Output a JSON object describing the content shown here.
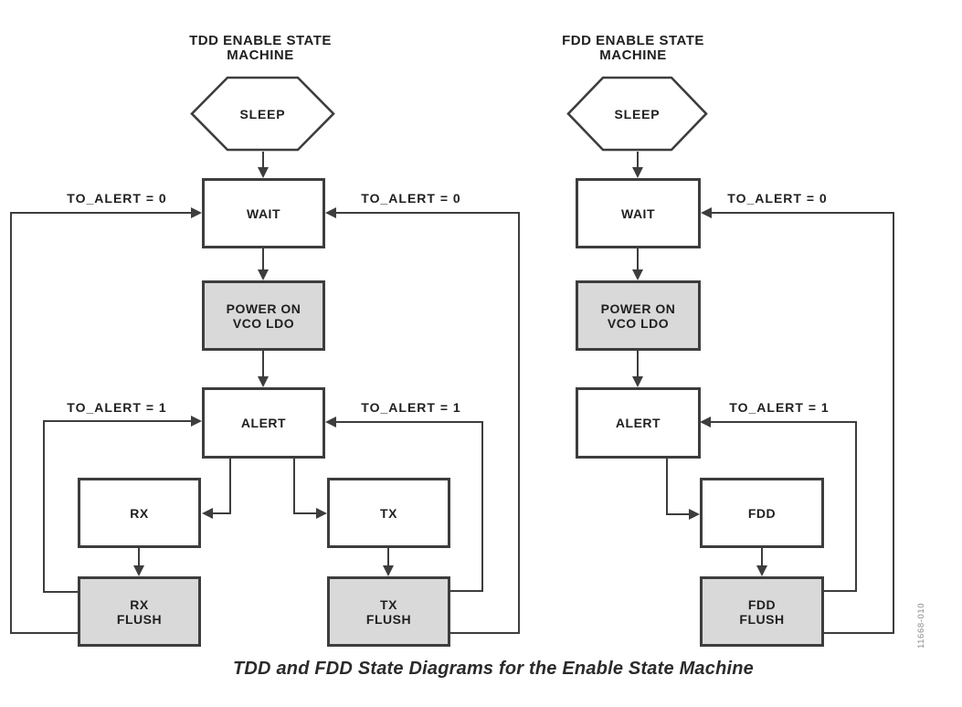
{
  "figure": {
    "caption": "TDD and FDD State Diagrams for the Enable State Machine",
    "figure_number": "11668-010"
  },
  "labels": {
    "to_alert_0": "TO_ALERT = 0",
    "to_alert_1": "TO_ALERT = 1"
  },
  "tdd": {
    "title": "TDD ENABLE STATE\nMACHINE",
    "states": {
      "sleep": "SLEEP",
      "wait": "WAIT",
      "power_on_vco_ldo": "POWER ON\nVCO LDO",
      "alert": "ALERT",
      "rx": "RX",
      "tx": "TX",
      "rx_flush": "RX\nFLUSH",
      "tx_flush": "TX\nFLUSH"
    }
  },
  "fdd": {
    "title": "FDD ENABLE STATE\nMACHINE",
    "states": {
      "sleep": "SLEEP",
      "wait": "WAIT",
      "power_on_vco_ldo": "POWER ON\nVCO LDO",
      "alert": "ALERT",
      "fdd": "FDD",
      "fdd_flush": "FDD\nFLUSH"
    }
  },
  "colors": {
    "line": "#3d3d3d",
    "box_fill": "#ffffff",
    "box_fill_shaded": "#d9d9d9",
    "text": "#1f1f1f",
    "figure_number": "#8c8c8c"
  }
}
